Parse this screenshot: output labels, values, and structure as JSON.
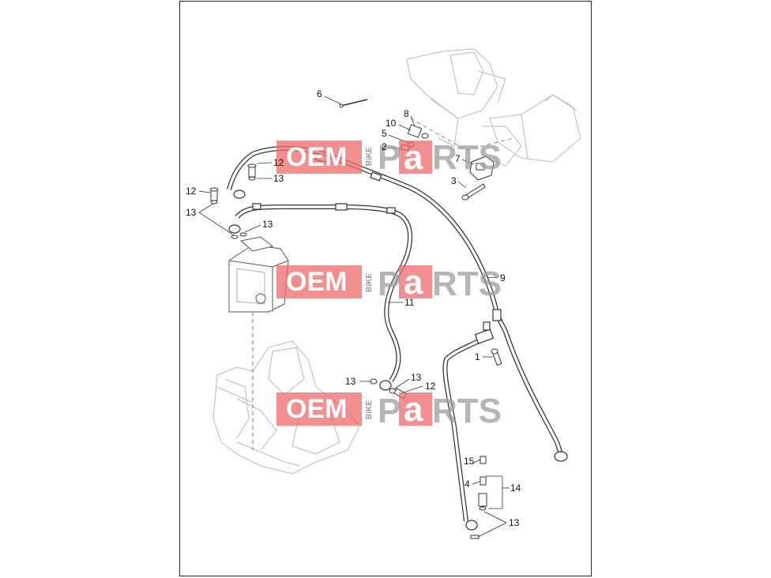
{
  "watermark": {
    "oem": "OEM",
    "bike": "BiKE",
    "p": "P",
    "a": "a",
    "rts": "RTS",
    "red": "#f06a6a",
    "gray": "#9d9d9d"
  },
  "callouts": [
    {
      "id": "c6",
      "text": "6"
    },
    {
      "id": "c8",
      "text": "8"
    },
    {
      "id": "c10",
      "text": "10"
    },
    {
      "id": "c5",
      "text": "5"
    },
    {
      "id": "c2",
      "text": "2"
    },
    {
      "id": "c7",
      "text": "7"
    },
    {
      "id": "c3",
      "text": "3"
    },
    {
      "id": "c12a",
      "text": "12"
    },
    {
      "id": "c13a",
      "text": "13"
    },
    {
      "id": "c12b",
      "text": "12"
    },
    {
      "id": "c13b",
      "text": "13"
    },
    {
      "id": "c13c",
      "text": "13"
    },
    {
      "id": "c9",
      "text": "9"
    },
    {
      "id": "c11",
      "text": "11"
    },
    {
      "id": "c1",
      "text": "1"
    },
    {
      "id": "c13d",
      "text": "13"
    },
    {
      "id": "c13e",
      "text": "13"
    },
    {
      "id": "c12c",
      "text": "12"
    },
    {
      "id": "c15",
      "text": "15"
    },
    {
      "id": "c4",
      "text": "4"
    },
    {
      "id": "c14",
      "text": "14"
    },
    {
      "id": "c13f",
      "text": "13"
    }
  ]
}
